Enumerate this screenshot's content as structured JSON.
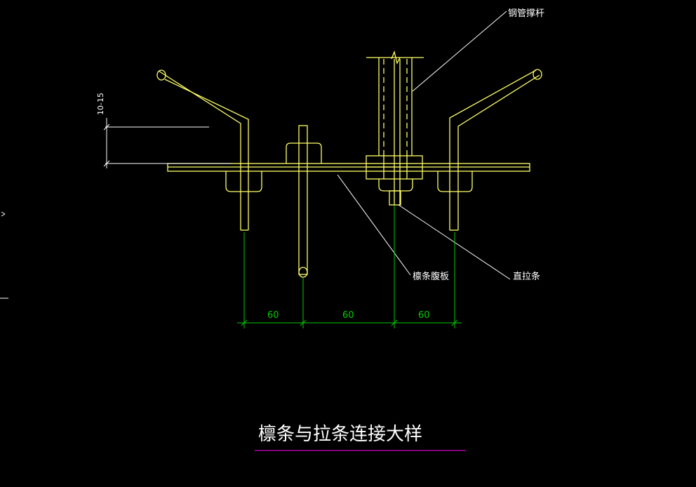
{
  "colors": {
    "background": "#000000",
    "structure": "#ffff66",
    "leader": "#ffffff",
    "dimension": "#00cc00",
    "title_underline": "#cc00cc"
  },
  "labels": {
    "steel_pipe_strut": "钢管撑杆",
    "purlin_web": "檩条腹板",
    "straight_tie": "直拉条",
    "gap_dimension": "10-15",
    "title": "檩条与拉条连接大样"
  },
  "dimensions": {
    "spacings": [
      "60",
      "60",
      "60"
    ]
  }
}
